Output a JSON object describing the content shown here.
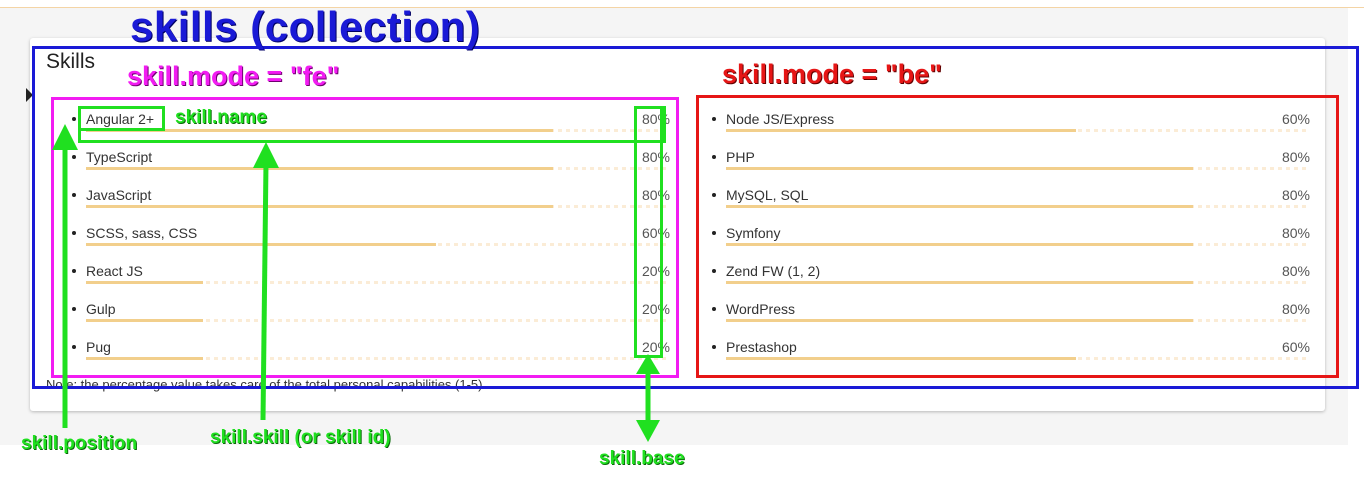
{
  "card": {
    "title": "Skills",
    "note": "Note: the percentage value takes care of the total personal capabilities (1-5)"
  },
  "skills": {
    "fe": [
      {
        "name": "Angular 2+",
        "percent": 80,
        "label": "80%"
      },
      {
        "name": "TypeScript",
        "percent": 80,
        "label": "80%"
      },
      {
        "name": "JavaScript",
        "percent": 80,
        "label": "80%"
      },
      {
        "name": "SCSS, sass, CSS",
        "percent": 60,
        "label": "60%"
      },
      {
        "name": "React JS",
        "percent": 20,
        "label": "20%"
      },
      {
        "name": "Gulp",
        "percent": 20,
        "label": "20%"
      },
      {
        "name": "Pug",
        "percent": 20,
        "label": "20%"
      }
    ],
    "be": [
      {
        "name": "Node JS/Express",
        "percent": 60,
        "label": "60%"
      },
      {
        "name": "PHP",
        "percent": 80,
        "label": "80%"
      },
      {
        "name": "MySQL, SQL",
        "percent": 80,
        "label": "80%"
      },
      {
        "name": "Symfony",
        "percent": 80,
        "label": "80%"
      },
      {
        "name": "Zend FW (1, 2)",
        "percent": 80,
        "label": "80%"
      },
      {
        "name": "WordPress",
        "percent": 80,
        "label": "80%"
      },
      {
        "name": "Prestashop",
        "percent": 60,
        "label": "60%"
      }
    ]
  },
  "annotations": {
    "collection": "skills (collection)",
    "mode_fe": "skill.mode = \"fe\"",
    "mode_be": "skill.mode = \"be\"",
    "name": "skill.name",
    "position": "skill.position",
    "skill": "skill.skill (or skill id)",
    "base": "skill.base"
  },
  "colors": {
    "bar_fill": "#f2cf8c",
    "collection_box": "#1a1ad6",
    "fe_box": "#f21cf2",
    "be_box": "#e61616",
    "field_annotation": "#20e020"
  },
  "icons": {
    "cursor": "mouse-pointer-icon"
  }
}
